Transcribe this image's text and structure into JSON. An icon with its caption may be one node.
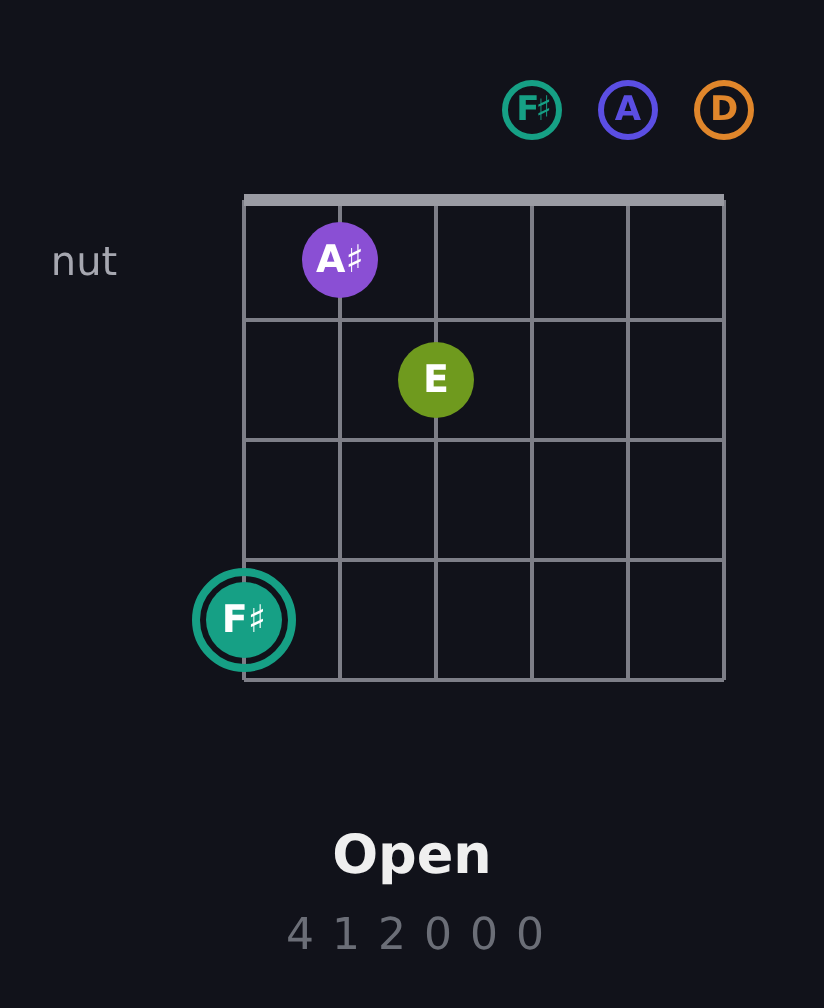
{
  "diagram": {
    "caption": "Open",
    "nodes": [
      {
        "text": [
          "F♯"
        ]
      },
      {
        "text": [
          "A"
        ]
      },
      {
        "text": [
          "D"
        ]
      },
      {
        "text": [
          "A♯"
        ]
      },
      {
        "text": [
          "E"
        ]
      },
      {
        "text": [
          "F♯"
        ]
      }
    ],
    "labels": [
      "nut",
      "4 1 2 0 0 0"
    ]
  }
}
